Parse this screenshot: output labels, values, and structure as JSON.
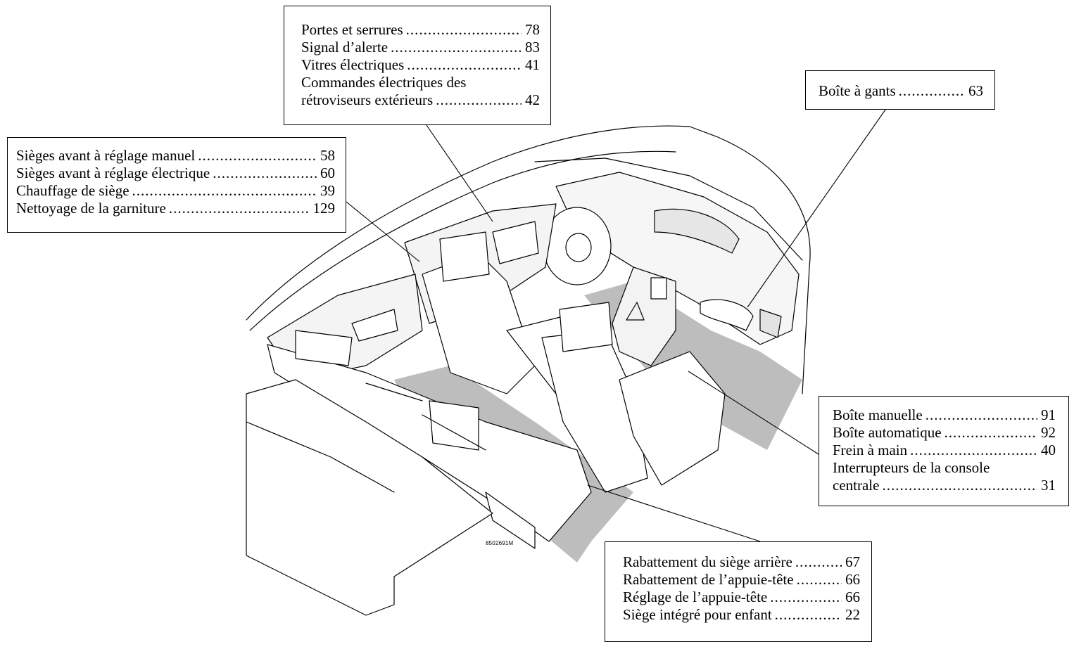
{
  "callouts": {
    "doors": {
      "items": [
        {
          "label": "Portes et serrures",
          "page": "78"
        },
        {
          "label": "Signal d’alerte",
          "page": "83"
        },
        {
          "label": "Vitres électriques",
          "page": "41"
        }
      ],
      "mirrors_line1": "Commandes électriques des",
      "mirrors_line2": "rétroviseurs extérieurs",
      "mirrors_page": "42"
    },
    "glovebox": {
      "label": "Boîte à gants",
      "page": "63"
    },
    "seats": {
      "items": [
        {
          "label": "Sièges avant à réglage manuel",
          "page": "58"
        },
        {
          "label": "Sièges avant à réglage électrique",
          "page": "60"
        },
        {
          "label": "Chauffage de siège",
          "page": "39"
        },
        {
          "label": "Nettoyage de la garniture",
          "page": "129"
        }
      ]
    },
    "console": {
      "items": [
        {
          "label": "Boîte manuelle",
          "page": "91"
        },
        {
          "label": "Boîte automatique",
          "page": "92"
        },
        {
          "label": "Frein à main",
          "page": "40"
        }
      ],
      "switches_line1": "Interrupteurs de la console",
      "switches_line2": "centrale",
      "switches_page": "31"
    },
    "rear_seat": {
      "items": [
        {
          "label": "Rabattement du siège arrière",
          "page": "67"
        },
        {
          "label": "Rabattement de l’appuie-tête",
          "page": "66"
        },
        {
          "label": "Réglage de l’appuie-tête",
          "page": "66"
        },
        {
          "label": "Siège intégré pour enfant",
          "page": "22"
        }
      ]
    }
  },
  "figure_code": "8502691M"
}
